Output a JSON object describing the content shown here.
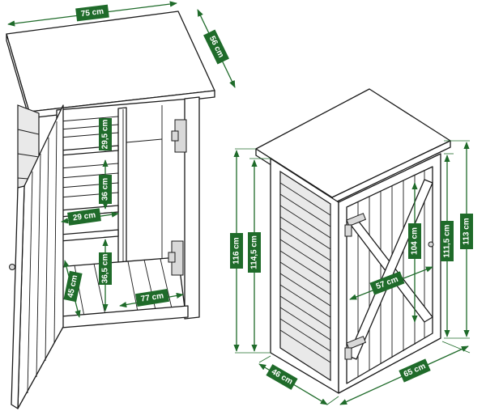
{
  "colors": {
    "dimension_green": "#1f6b2a",
    "line": "#1a1a1a",
    "panel": "#ffffff"
  },
  "labels": {
    "top_width": "75 cm",
    "top_depth": "56 cm",
    "shelf_gap_top": "29,5 cm",
    "shelf_gap_mid": "36 cm",
    "shelf_depth": "29 cm",
    "shelf_gap_bottom": "36,5 cm",
    "floor_depth": "45 cm",
    "floor_width": "77 cm",
    "front_height": "116 cm",
    "side_height": "114,5 cm",
    "door_height": "104 cm",
    "back_height_outer": "111,5 cm",
    "back_height": "113 cm",
    "door_width": "57 cm",
    "base_depth": "46 cm",
    "base_width": "65 cm"
  }
}
